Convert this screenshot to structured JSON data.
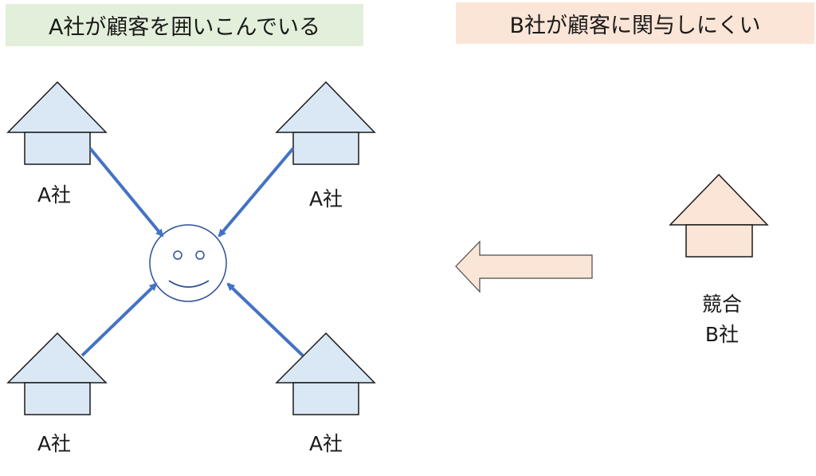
{
  "banner_left": {
    "text": "A社が顧客を囲いこんでいる",
    "bg": "#e2efda"
  },
  "banner_right": {
    "text": "B社が顧客に関与しにくい",
    "bg": "#fbe5d6"
  },
  "company_a_label": "A社",
  "competitor": {
    "line1": "競合",
    "line2": "B社"
  },
  "colors": {
    "house_a_fill": "#dae8f5",
    "house_b_fill": "#fbe5d6",
    "arrow_blue": "#4472c4",
    "face_stroke": "#2f4f99",
    "outline": "#1a1a1a"
  }
}
